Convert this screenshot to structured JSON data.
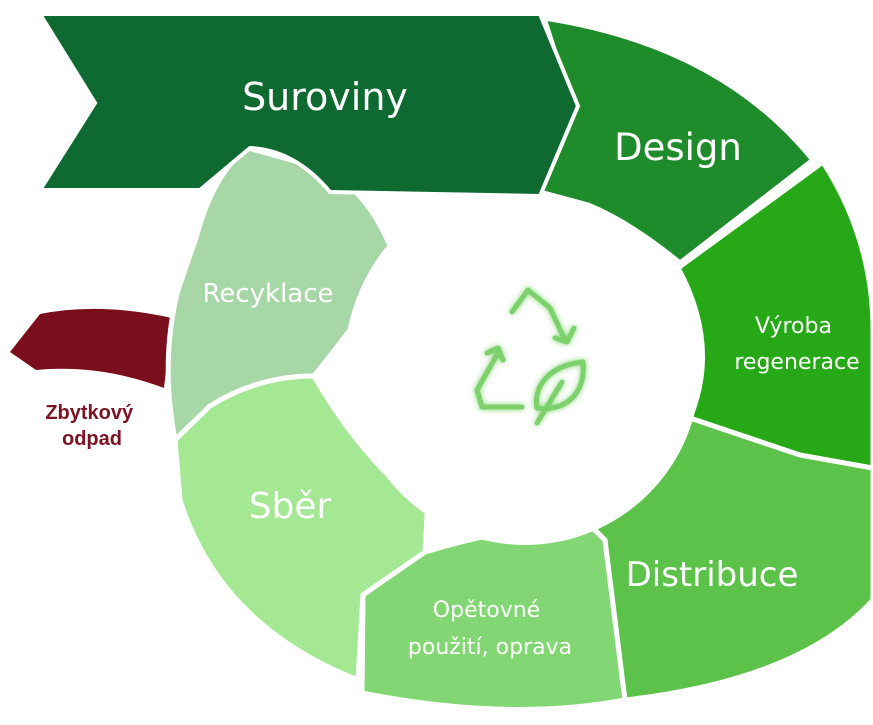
{
  "diagram": {
    "segments": {
      "suroviny": "Suroviny",
      "design": "Design",
      "vyroba": [
        "Výroba",
        "regenerace"
      ],
      "distribuce": "Distribuce",
      "opetovne": [
        "Opětovné",
        "použití, oprava"
      ],
      "sber": "Sběr",
      "recyklace": "Recyklace"
    },
    "waste": [
      "Zbytkový",
      "odpad"
    ],
    "center_icon": "recycle-leaf-icon",
    "colors": {
      "suroviny": "#0f6a32",
      "design": "#1f8c2b",
      "vyroba": "#27a817",
      "distribuce": "#5cc24a",
      "opetovne": "#82d673",
      "sber": "#a4e894",
      "recyklace": "#a7d6a7",
      "waste": "#7a0e1d",
      "waste_text": "#7a1323",
      "icon": "#7dd16c"
    }
  }
}
